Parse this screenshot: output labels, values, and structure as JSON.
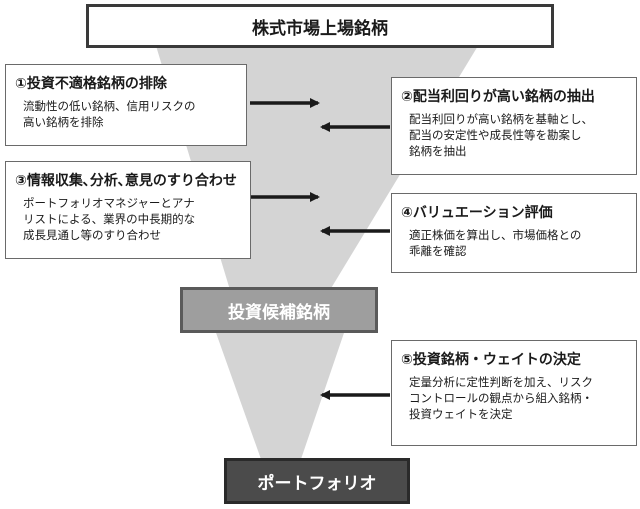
{
  "top_box": "株式市場上場銘柄",
  "middle_box": "投資候補銘柄",
  "bottom_box": "ポートフォリオ",
  "steps": [
    {
      "title": "①投資不適格銘柄の排除",
      "lines": [
        "流動性の低い銘柄、信用リスクの",
        "高い銘柄を排除"
      ]
    },
    {
      "title": "②配当利回りが高い銘柄の抽出",
      "lines": [
        "配当利回りが高い銘柄を基軸とし、",
        "配当の安定性や成長性等を勘案し",
        "銘柄を抽出"
      ]
    },
    {
      "title": "③情報収集､分析､意見のすり合わせ",
      "lines": [
        "ポートフォリオマネジャーとアナ",
        "リストによる、業界の中長期的な",
        "成長見通し等のすり合わせ"
      ]
    },
    {
      "title": "④バリュエーション評価",
      "lines": [
        "適正株価を算出し、市場価格との",
        "乖離を確認"
      ]
    },
    {
      "title": "⑤投資銘柄・ウェイトの決定",
      "lines": [
        "定量分析に定性判断を加え、リスク",
        "コントロールの観点から組入銘柄・",
        "投資ウェイトを決定"
      ]
    }
  ],
  "colors": {
    "funnel": "#d4d4d4",
    "middle_box": "#9e9e9e",
    "bottom_box": "#4b4b4b",
    "arrow": "#1a1a1a"
  }
}
